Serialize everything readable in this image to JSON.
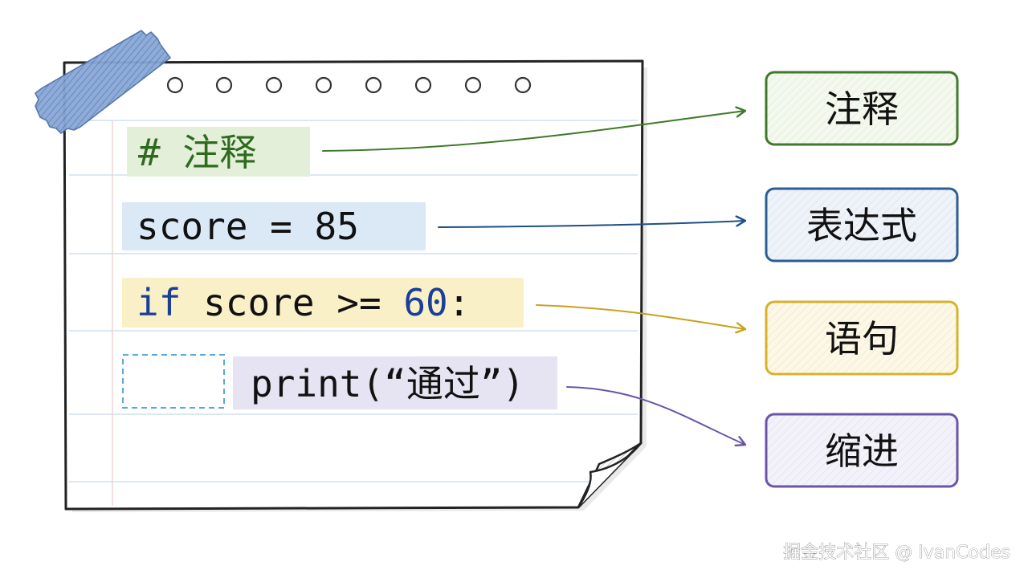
{
  "notebook": {
    "lines": [
      {
        "kind": "comment",
        "parts": [
          {
            "text": "# 注释",
            "color": "#2e6b1f"
          }
        ],
        "bg": "#e3efd8"
      },
      {
        "kind": "expression",
        "parts": [
          {
            "text": "score = 85",
            "color": "#111111"
          }
        ],
        "bg": "#dbe8f6"
      },
      {
        "kind": "statement",
        "parts": [
          {
            "text": "if",
            "color": "#1a3f9a"
          },
          {
            "text": " score >= ",
            "color": "#111111"
          },
          {
            "text": "60",
            "color": "#1a3f9a"
          },
          {
            "text": ":",
            "color": "#111111"
          }
        ],
        "bg": "#faf0c8"
      },
      {
        "kind": "indent",
        "parts": [
          {
            "text": "print(“通过”)",
            "color": "#111111"
          }
        ],
        "bg": "#e6e4f2"
      }
    ]
  },
  "labels": [
    {
      "text": "注释",
      "border": "#3e7a2a",
      "fill": "#f4f9ee",
      "arrow": "#3e7a2a"
    },
    {
      "text": "表达式",
      "border": "#2c5e96",
      "fill": "#eef3fa",
      "arrow": "#1f4f86"
    },
    {
      "text": "语句",
      "border": "#d9b22a",
      "fill": "#fdf8e6",
      "arrow": "#c9a21e"
    },
    {
      "text": "缩进",
      "border": "#6a55a8",
      "fill": "#f3f1fa",
      "arrow": "#6a55a8"
    }
  ],
  "watermark": "掘金技术社区 @ IvanCodes",
  "colors": {
    "paper": "#ffffff",
    "paper_border": "#222222",
    "rule_line": "#cfe0ef",
    "margin_line": "#e6c9c9",
    "tape": "#7f9fd0",
    "indent_box": "#5aa9d6"
  }
}
